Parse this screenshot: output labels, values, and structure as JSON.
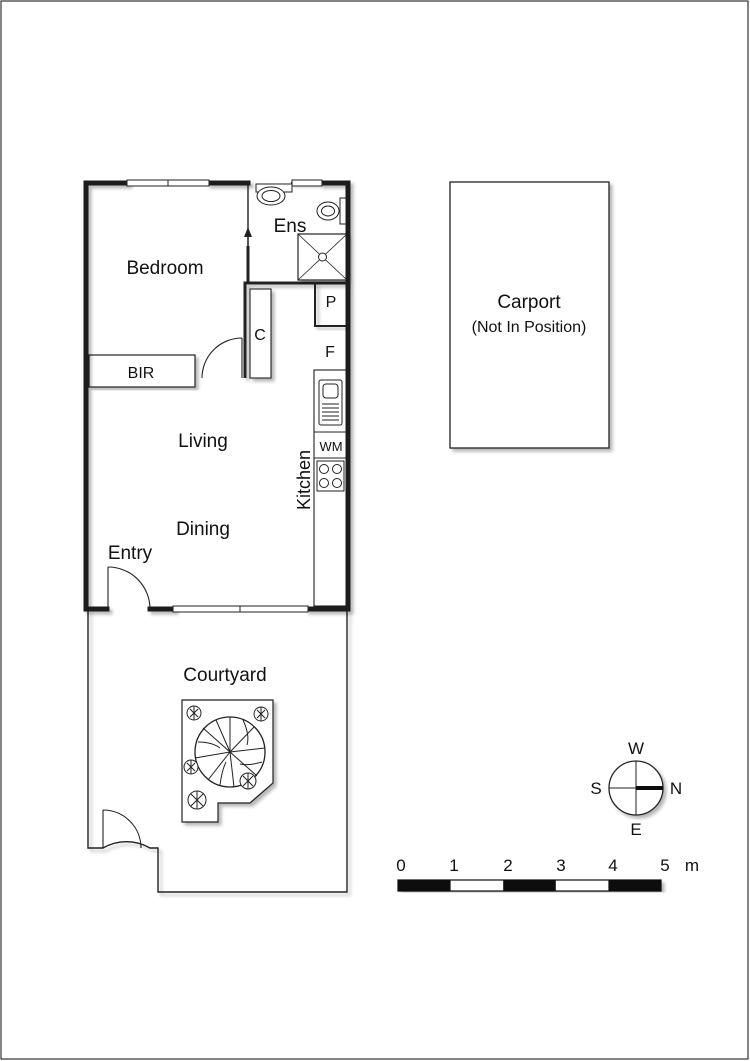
{
  "rooms": {
    "bedroom": "Bedroom",
    "ensuite": "Ens",
    "pantry": "P",
    "cupboard": "C",
    "fridge": "F",
    "built_in_robe": "BIR",
    "living": "Living",
    "dining": "Dining",
    "kitchen": "Kitchen",
    "washing_machine": "WM",
    "entry_main": "Entry",
    "courtyard": "Courtyard"
  },
  "carport": {
    "title": "Carport",
    "note": "(Not In Position)"
  },
  "compass": {
    "north": "N",
    "south": "S",
    "east": "E",
    "west": "W"
  },
  "scale": {
    "ticks": [
      "0",
      "1",
      "2",
      "3",
      "4",
      "5"
    ],
    "unit": "m"
  },
  "icons": [
    "toilet-icon",
    "shower-icon",
    "sink-icon",
    "cooktop-icon",
    "tree-icon",
    "shrub-icon",
    "door-swing-icon",
    "compass-icon"
  ],
  "colors": {
    "wall": "#1a1a1a",
    "line": "#222222",
    "shadow": "#bdbdbd",
    "background": "#ffffff"
  }
}
